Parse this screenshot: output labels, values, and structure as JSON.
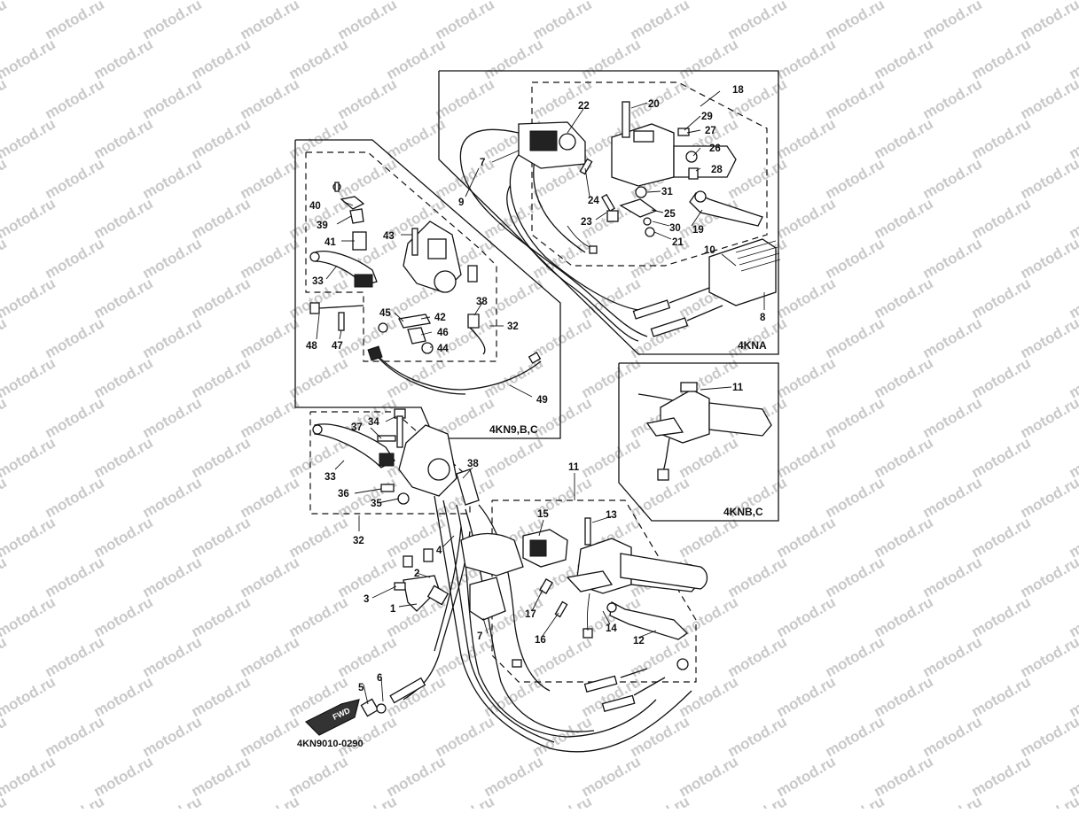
{
  "diagram": {
    "drawing_code": "4KN9010-0290",
    "watermark": "motod.ru",
    "direction_badge": "FWD",
    "panels": {
      "kna": "4KNA",
      "kn9bc": "4KN9,B,C",
      "knbc": "4KNB,C"
    },
    "callouts": {
      "c1": "1",
      "c2": "2",
      "c3": "3",
      "c4": "4",
      "c5": "5",
      "c6": "6",
      "c7a": "7",
      "c7b": "7",
      "c8": "8",
      "c9": "9",
      "c10": "10",
      "c11a": "11",
      "c11b": "11",
      "c12": "12",
      "c13": "13",
      "c14": "14",
      "c15": "15",
      "c16": "16",
      "c17": "17",
      "c18": "18",
      "c19": "19",
      "c20": "20",
      "c21": "21",
      "c22": "22",
      "c23": "23",
      "c24": "24",
      "c25": "25",
      "c26": "26",
      "c27": "27",
      "c28": "28",
      "c29": "29",
      "c30": "30",
      "c31": "31",
      "c32a": "32",
      "c32b": "32",
      "c33a": "33",
      "c33b": "33",
      "c34": "34",
      "c35": "35",
      "c36": "36",
      "c37": "37",
      "c38a": "38",
      "c38b": "38",
      "c39": "39",
      "c40": "40",
      "c41": "41",
      "c42": "42",
      "c43": "43",
      "c44": "44",
      "c45": "45",
      "c46": "46",
      "c47": "47",
      "c48": "48",
      "c49": "49"
    }
  }
}
